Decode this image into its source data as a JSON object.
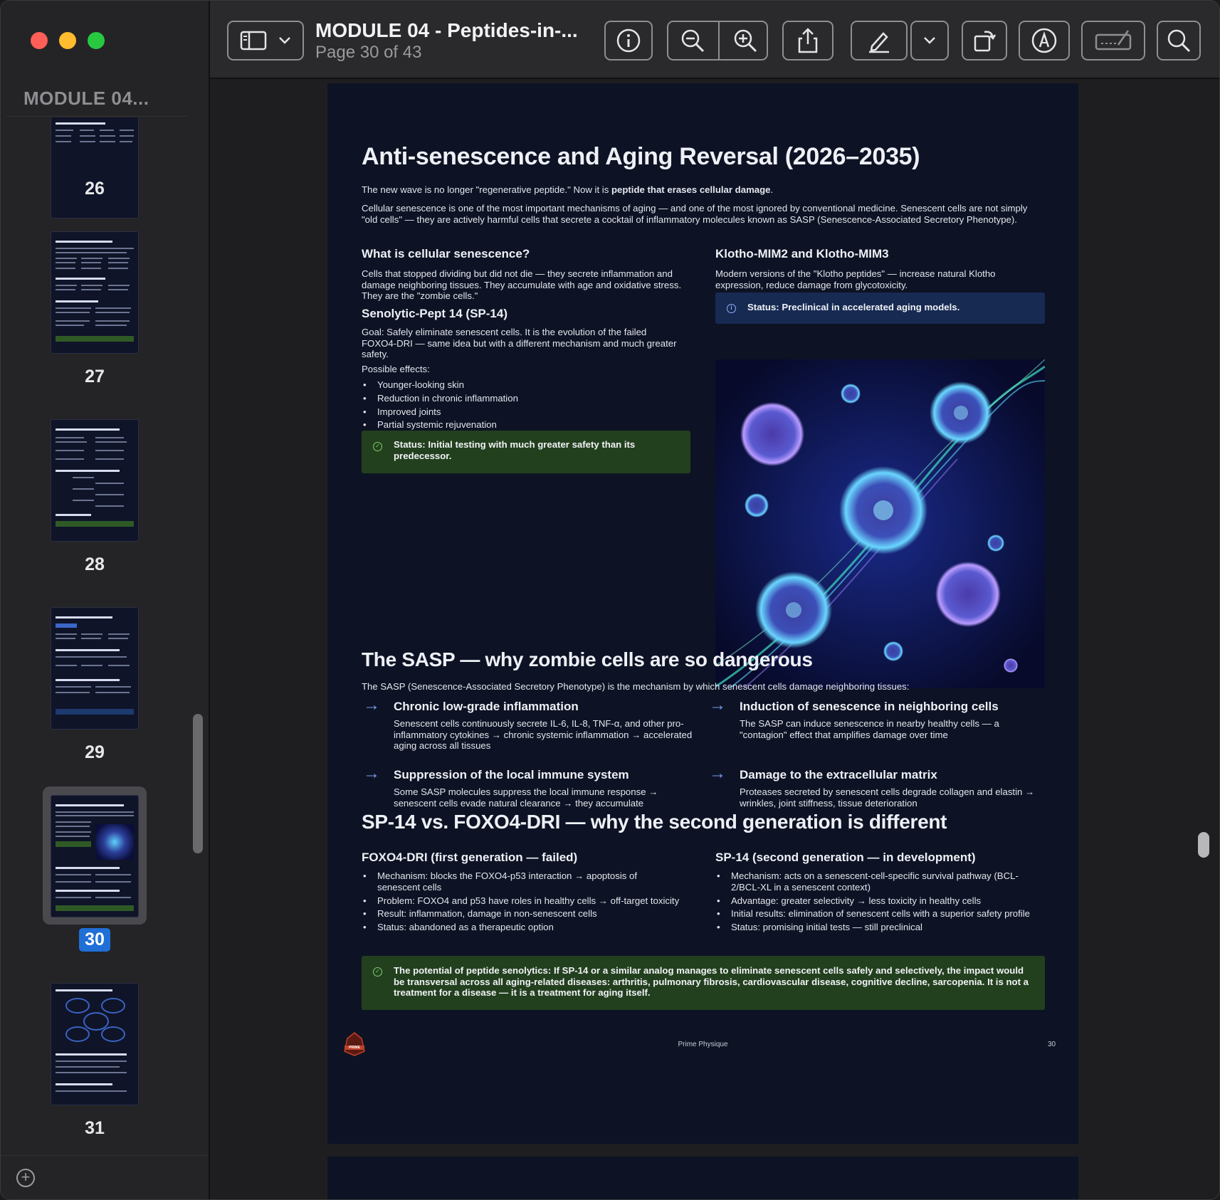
{
  "window": {
    "traffic_colors": [
      "#ff5f57",
      "#febc2e",
      "#28c840"
    ]
  },
  "sidebar": {
    "title": "MODULE 04...",
    "thumbnails": [
      {
        "page": "26"
      },
      {
        "page": "27"
      },
      {
        "page": "28"
      },
      {
        "page": "29"
      },
      {
        "page": "30",
        "selected": true
      },
      {
        "page": "31"
      }
    ]
  },
  "toolbar": {
    "title": "MODULE 04 - Peptides-in-...",
    "subtitle": "Page 30 of 43",
    "icons": [
      "sidebar-icon",
      "chevron-down-icon",
      "info-icon",
      "zoom-out-icon",
      "zoom-in-icon",
      "share-icon",
      "pen-icon",
      "chevron-down-icon",
      "rotate-icon",
      "markup-icon",
      "signature-icon",
      "search-icon"
    ]
  },
  "page": {
    "title": "Anti-senescence and Aging Reversal (2026–2035)",
    "intro_pre": "The new wave is no longer \"regenerative peptide.\" Now it is ",
    "intro_bold": "peptide that erases cellular damage",
    "intro_post": ".",
    "intro2": "Cellular senescence is one of the most important mechanisms of aging — and one of the most ignored by conventional medicine. Senescent cells are not simply \"old cells\" — they are actively harmful cells that secrete a cocktail of inflammatory molecules known as SASP (Senescence-Associated Secretory Phenotype).",
    "left": {
      "h_what": "What is cellular senescence?",
      "p_what": "Cells that stopped dividing but did not die — they secrete inflammation and damage neighboring tissues. They accumulate with age and oxidative stress. They are the \"zombie cells.\"",
      "h_sp14": "Senolytic-Pept 14 (SP-14)",
      "p_goal": "Goal: Safely eliminate senescent cells. It is the evolution of the failed FOXO4-DRI — same idea but with a different mechanism and much greater safety.",
      "p_possible": "Possible effects:",
      "effects": [
        "Younger-looking skin",
        "Reduction in chronic inflammation",
        "Improved joints",
        "Partial systemic rejuvenation"
      ],
      "status": "Status: Initial testing with much greater safety than its predecessor."
    },
    "right": {
      "h_klotho": "Klotho-MIM2 and Klotho-MIM3",
      "p_klotho": "Modern versions of the \"Klotho peptides\" — increase natural Klotho expression, reduce damage from glycotoxicity.",
      "status": "Status: Preclinical in accelerated aging models."
    },
    "sasp": {
      "title": "The SASP — why zombie cells are so dangerous",
      "intro": "The SASP (Senescence-Associated Secretory Phenotype) is the mechanism by which senescent cells damage neighboring tissues:",
      "items": [
        {
          "title": "Chronic low-grade inflammation",
          "text": "Senescent cells continuously secrete IL-6, IL-8, TNF-α, and other pro-inflammatory cytokines → chronic systemic inflammation → accelerated aging across all tissues"
        },
        {
          "title": "Induction of senescence in neighboring cells",
          "text": "The SASP can induce senescence in nearby healthy cells — a \"contagion\" effect that amplifies damage over time"
        },
        {
          "title": "Suppression of the local immune system",
          "text": "Some SASP molecules suppress the local immune response → senescent cells evade natural clearance → they accumulate"
        },
        {
          "title": "Damage to the extracellular matrix",
          "text": "Proteases secreted by senescent cells degrade collagen and elastin → wrinkles, joint stiffness, tissue deterioration"
        }
      ]
    },
    "compare": {
      "title": "SP-14 vs. FOXO4-DRI — why the second generation is different",
      "left_title": "FOXO4-DRI (first generation — failed)",
      "left_items": [
        "Mechanism: blocks the FOXO4-p53 interaction → apoptosis of senescent cells",
        "Problem: FOXO4 and p53 have roles in healthy cells → off-target toxicity",
        "Result: inflammation, damage in non-senescent cells",
        "Status: abandoned as a therapeutic option"
      ],
      "right_title": "SP-14 (second generation — in development)",
      "right_items": [
        "Mechanism: acts on a senescent-cell-specific survival pathway (BCL-2/BCL-XL in a senescent context)",
        "Advantage: greater selectivity → less toxicity in healthy cells",
        "Initial results: elimination of senescent cells with a superior safety profile",
        "Status: promising initial tests — still preclinical"
      ],
      "callout": "The potential of peptide senolytics: If SP-14 or a similar analog manages to eliminate senescent cells safely and selectively, the impact would be transversal across all aging-related diseases: arthritis, pulmonary fibrosis, cardiovascular disease, cognitive decline, sarcopenia. It is not a treatment for a disease — it is a treatment for aging itself."
    },
    "footer": {
      "center": "Prime Physique",
      "page_number": "30",
      "logo_text": "PRIME"
    },
    "colors": {
      "page_bg": "#0d1324",
      "green_status": "#23401e",
      "blue_status": "#172a52",
      "accent_arrow": "#7a9af0"
    }
  }
}
